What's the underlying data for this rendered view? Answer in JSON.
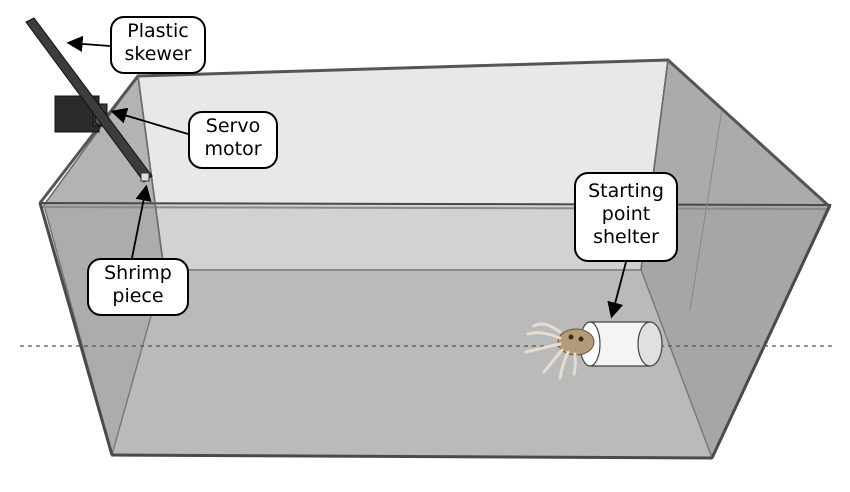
{
  "labels": {
    "plastic_skewer": [
      "Plastic",
      "skewer"
    ],
    "servo_motor": [
      "Servo",
      "motor"
    ],
    "shrimp_piece": [
      "Shrimp",
      "piece"
    ],
    "starting_point_shelter": [
      "Starting",
      "point",
      "shelter"
    ]
  },
  "colors": {
    "tank_wall_light": "#e6e6e6",
    "tank_wall_mid": "#bdbdbd",
    "tank_wall_dark": "#a8a8a8",
    "tank_floor": "#c4c4c4",
    "front_glass": "#b8b8b8",
    "frame_edge": "#5a5a5a",
    "servo": "#2b2b2b",
    "shelter": "#f4f4f4",
    "outline": "#000000"
  },
  "icons": [
    "servo-motor-icon",
    "plastic-skewer-icon",
    "shrimp-piece-icon",
    "shelter-tube-icon",
    "cephalopod-icon"
  ]
}
